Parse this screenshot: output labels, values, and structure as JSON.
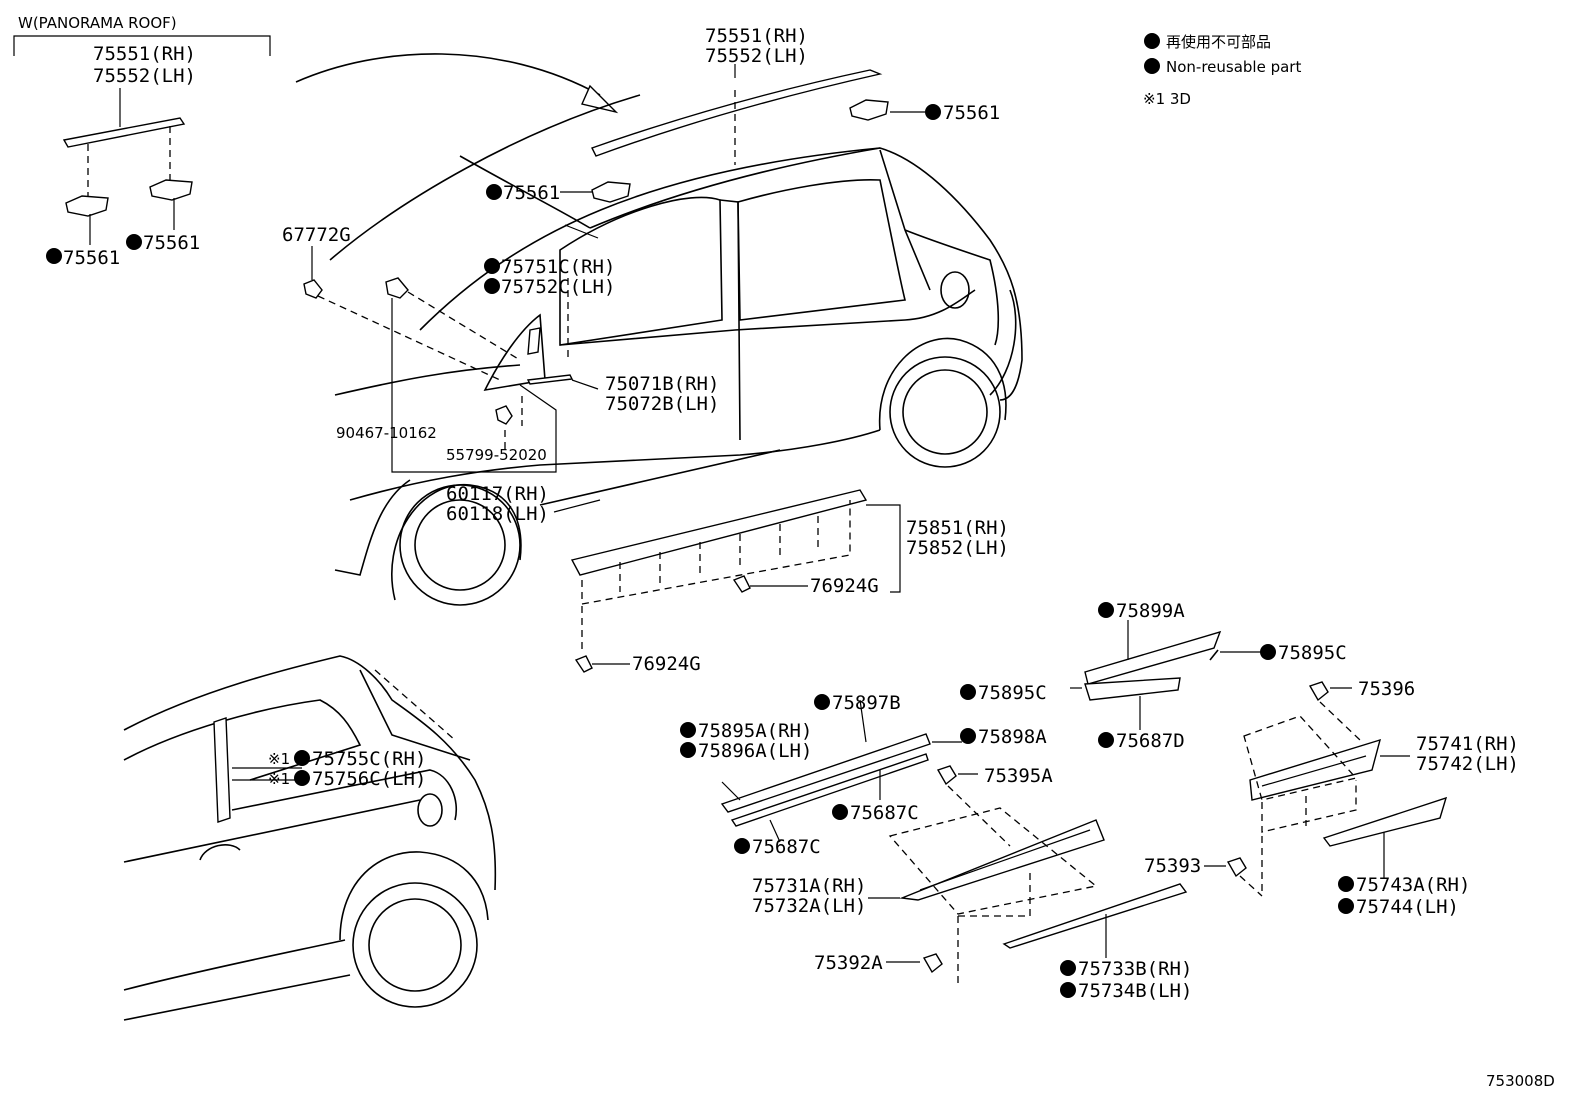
{
  "legend": {
    "nonreusable_jp": "再使用不可部品",
    "nonreusable_en": "Non-reusable part",
    "note_3d": "※1 3D"
  },
  "panorama": {
    "title": "W(PANORAMA ROOF)",
    "molding_rh": "75551(RH)",
    "molding_lh": "75552(LH)",
    "clip_a": "75561",
    "clip_b": "75561"
  },
  "labels": {
    "roof_rh": "75551(RH)",
    "roof_lh": "75552(LH)",
    "clip_rear": "75561",
    "clip_front": "75561",
    "p67772g": "67772G",
    "p75751c": "75751C(RH)",
    "p75752c": "75752C(LH)",
    "p75071b": "75071B(RH)",
    "p75072b": "75072B(LH)",
    "p90467": "90467-10162",
    "p55799": "55799-52020",
    "p60117": "60117(RH)",
    "p60118": "60118(LH)",
    "p75851": "75851(RH)",
    "p75852": "75852(LH)",
    "p76924g_a": "76924G",
    "p76924g_b": "76924G",
    "p75899a": "75899A",
    "p75895c_r": "75895C",
    "p75895c_l": "75895C",
    "p75687d": "75687D",
    "p75396": "75396",
    "p75897b": "75897B",
    "p75895a": "75895A(RH)",
    "p75896a": "75896A(LH)",
    "p75898a": "75898A",
    "p75395a": "75395A",
    "p75687c_a": "75687C",
    "p75687c_b": "75687C",
    "p75741": "75741(RH)",
    "p75742": "75742(LH)",
    "p75393": "75393",
    "p75743a": "75743A(RH)",
    "p75744": "75744(LH)",
    "p75731a": "75731A(RH)",
    "p75732a": "75732A(LH)",
    "p75392a": "75392A",
    "p75733b": "75733B(RH)",
    "p75734b": "75734B(LH)",
    "note_mark_1": "※1",
    "note_mark_2": "※1",
    "p75755c": "75755C(RH)",
    "p75756c": "75756C(LH)"
  },
  "diagram_code": "753008D"
}
